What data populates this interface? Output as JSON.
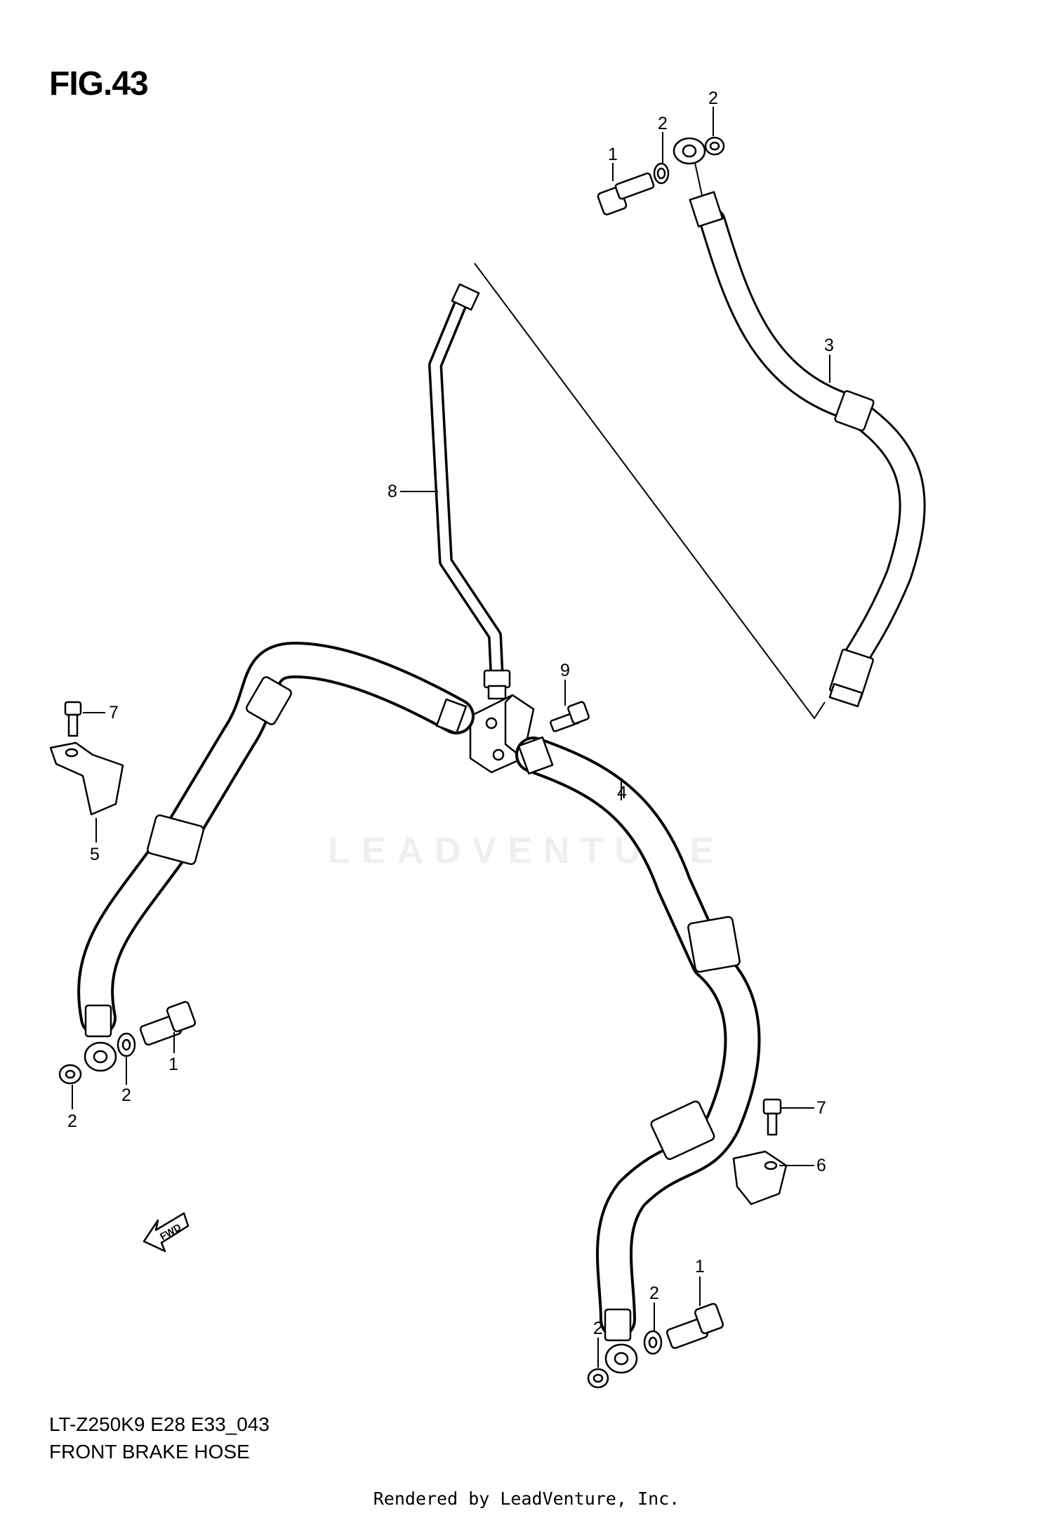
{
  "figure": {
    "title": "FIG.43",
    "model_code": "LT-Z250K9 E28 E33_043",
    "part_title": "FRONT BRAKE HOSE",
    "render_credit": "Rendered by LeadVenture, Inc.",
    "watermark": "LEADVENTURE",
    "fwd_label": "FWD"
  },
  "callouts": {
    "c1_top": "1",
    "c2_top_a": "2",
    "c2_top_b": "2",
    "c3": "3",
    "c8": "8",
    "c9": "9",
    "c4": "4",
    "c7_left": "7",
    "c5": "5",
    "c1_left": "1",
    "c2_left_a": "2",
    "c2_left_b": "2",
    "c7_right": "7",
    "c6": "6",
    "c1_bottom": "1",
    "c2_bottom_a": "2",
    "c2_bottom_b": "2"
  }
}
